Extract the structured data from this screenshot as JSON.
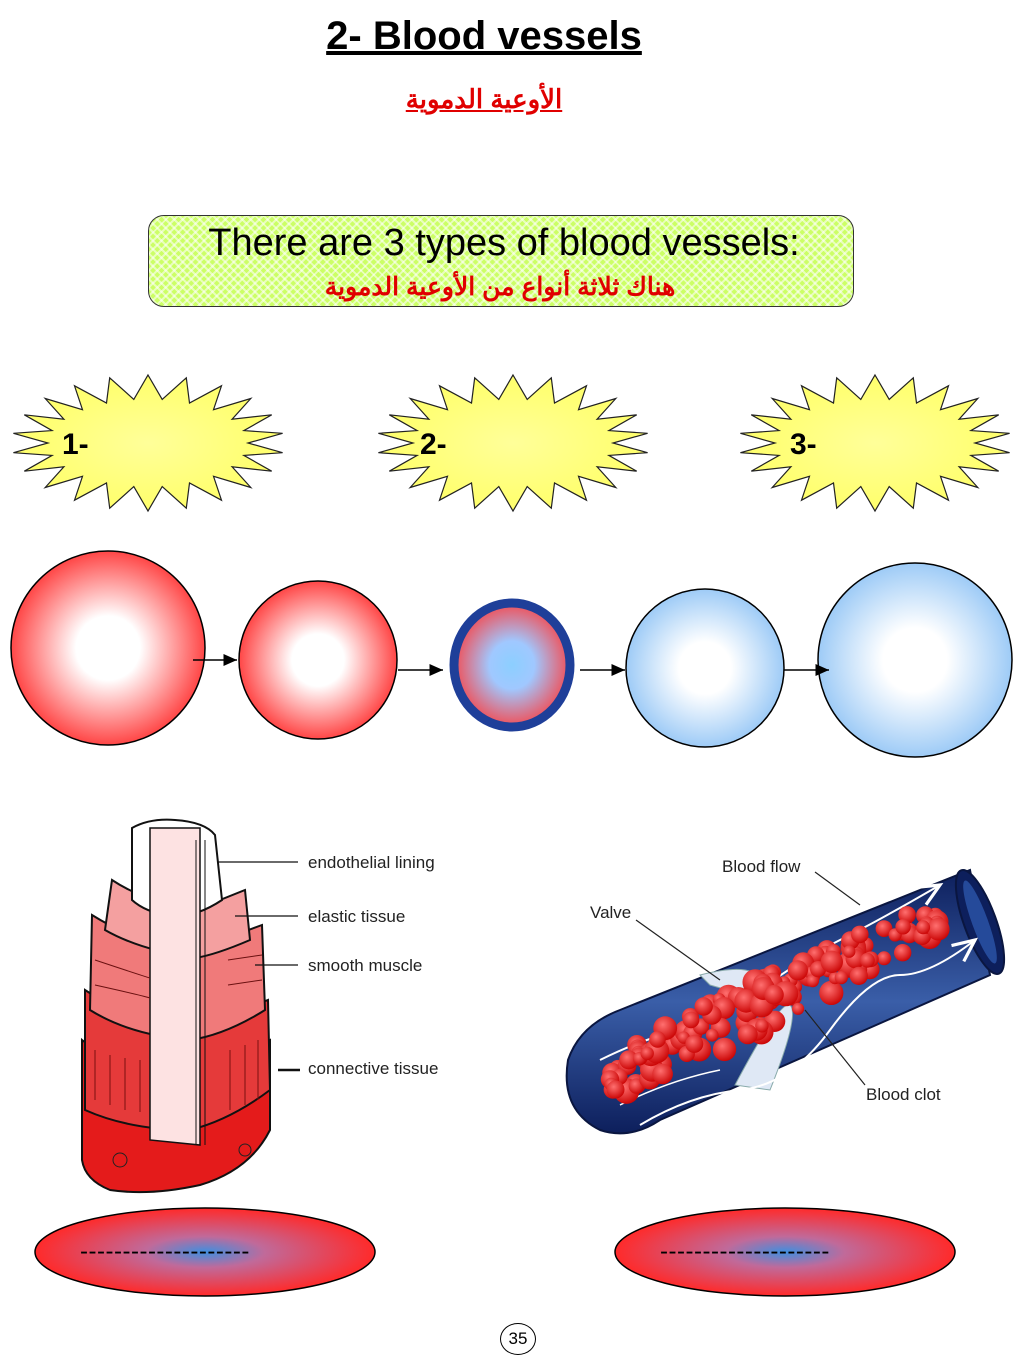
{
  "header": {
    "title": "2- Blood vessels ",
    "subtitle_ar": "الأوعية الدموية"
  },
  "intro": {
    "text_en": "There are 3 types of blood vessels:",
    "text_ar": "هناك ثلاثة أنواع من الأوعية الدموية"
  },
  "bursts": [
    {
      "label": "1-"
    },
    {
      "label": "2-"
    },
    {
      "label": "3-"
    }
  ],
  "artery_diagram": {
    "labels": [
      "endothelial lining",
      "elastic tissue",
      "smooth muscle",
      "connective tissue"
    ]
  },
  "vein_diagram": {
    "labels": [
      "Blood flow",
      "Valve",
      "Blood clot"
    ]
  },
  "answer_blanks": [
    {
      "text": "--------------------"
    },
    {
      "text": "--------------------"
    }
  ],
  "footer": {
    "page_number": "35"
  },
  "colors": {
    "title_ar": "#e00000",
    "box_green": "#ccff66",
    "burst_yellow": "#ffff80",
    "oxygenated": "#ff3030",
    "deoxygenated": "#99ccff",
    "capillary_ring": "#1f3f99"
  }
}
